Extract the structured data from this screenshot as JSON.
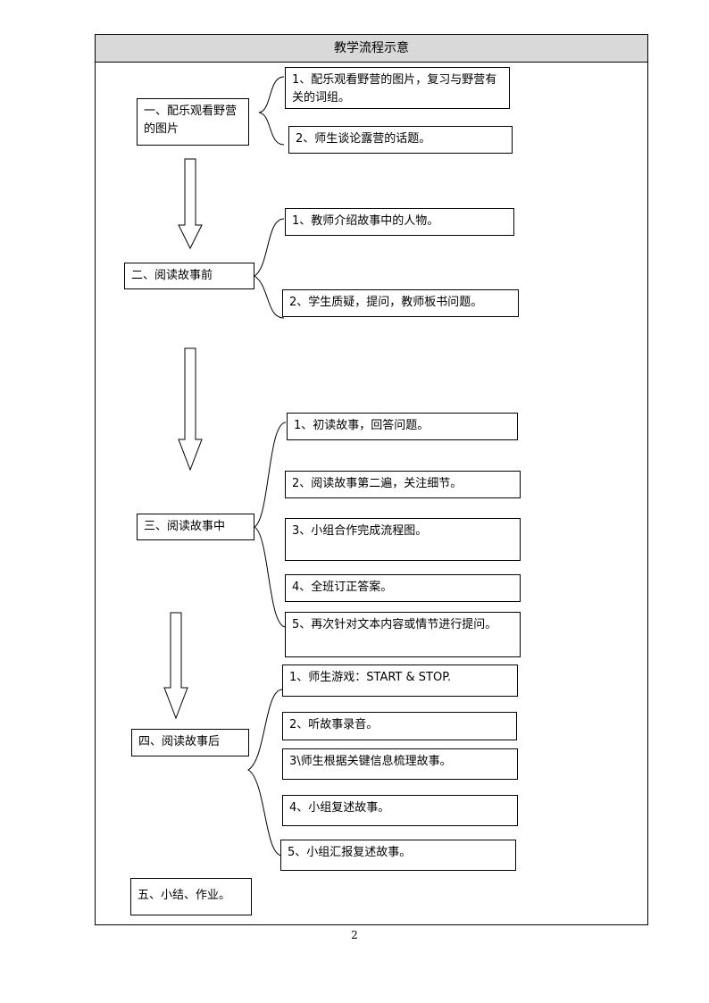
{
  "title": "教学流程示意",
  "page_number": "2",
  "stages": [
    {
      "label": "一、配乐观看野营的图片",
      "steps": [
        "1、配乐观看野营的图片，复习与野营有关的词组。",
        "2、师生谈论露营的话题。"
      ]
    },
    {
      "label": "二、阅读故事前",
      "steps": [
        "1、教师介绍故事中的人物。",
        "2、学生质疑，提问，教师板书问题。"
      ]
    },
    {
      "label": "三、阅读故事中",
      "steps": [
        "1、初读故事，回答问题。",
        "2、阅读故事第二遍，关注细节。",
        "3、小组合作完成流程图。",
        "4、全班订正答案。",
        "5、再次针对文本内容或情节进行提问。"
      ]
    },
    {
      "label": "四、阅读故事后",
      "steps": [
        "1、师生游戏：START & STOP.",
        "2、听故事录音。",
        "3\\师生根据关键信息梳理故事。",
        "4、小组复述故事。",
        "5、小组汇报复述故事。"
      ]
    },
    {
      "label": "五、小结、作业。",
      "steps": []
    }
  ]
}
